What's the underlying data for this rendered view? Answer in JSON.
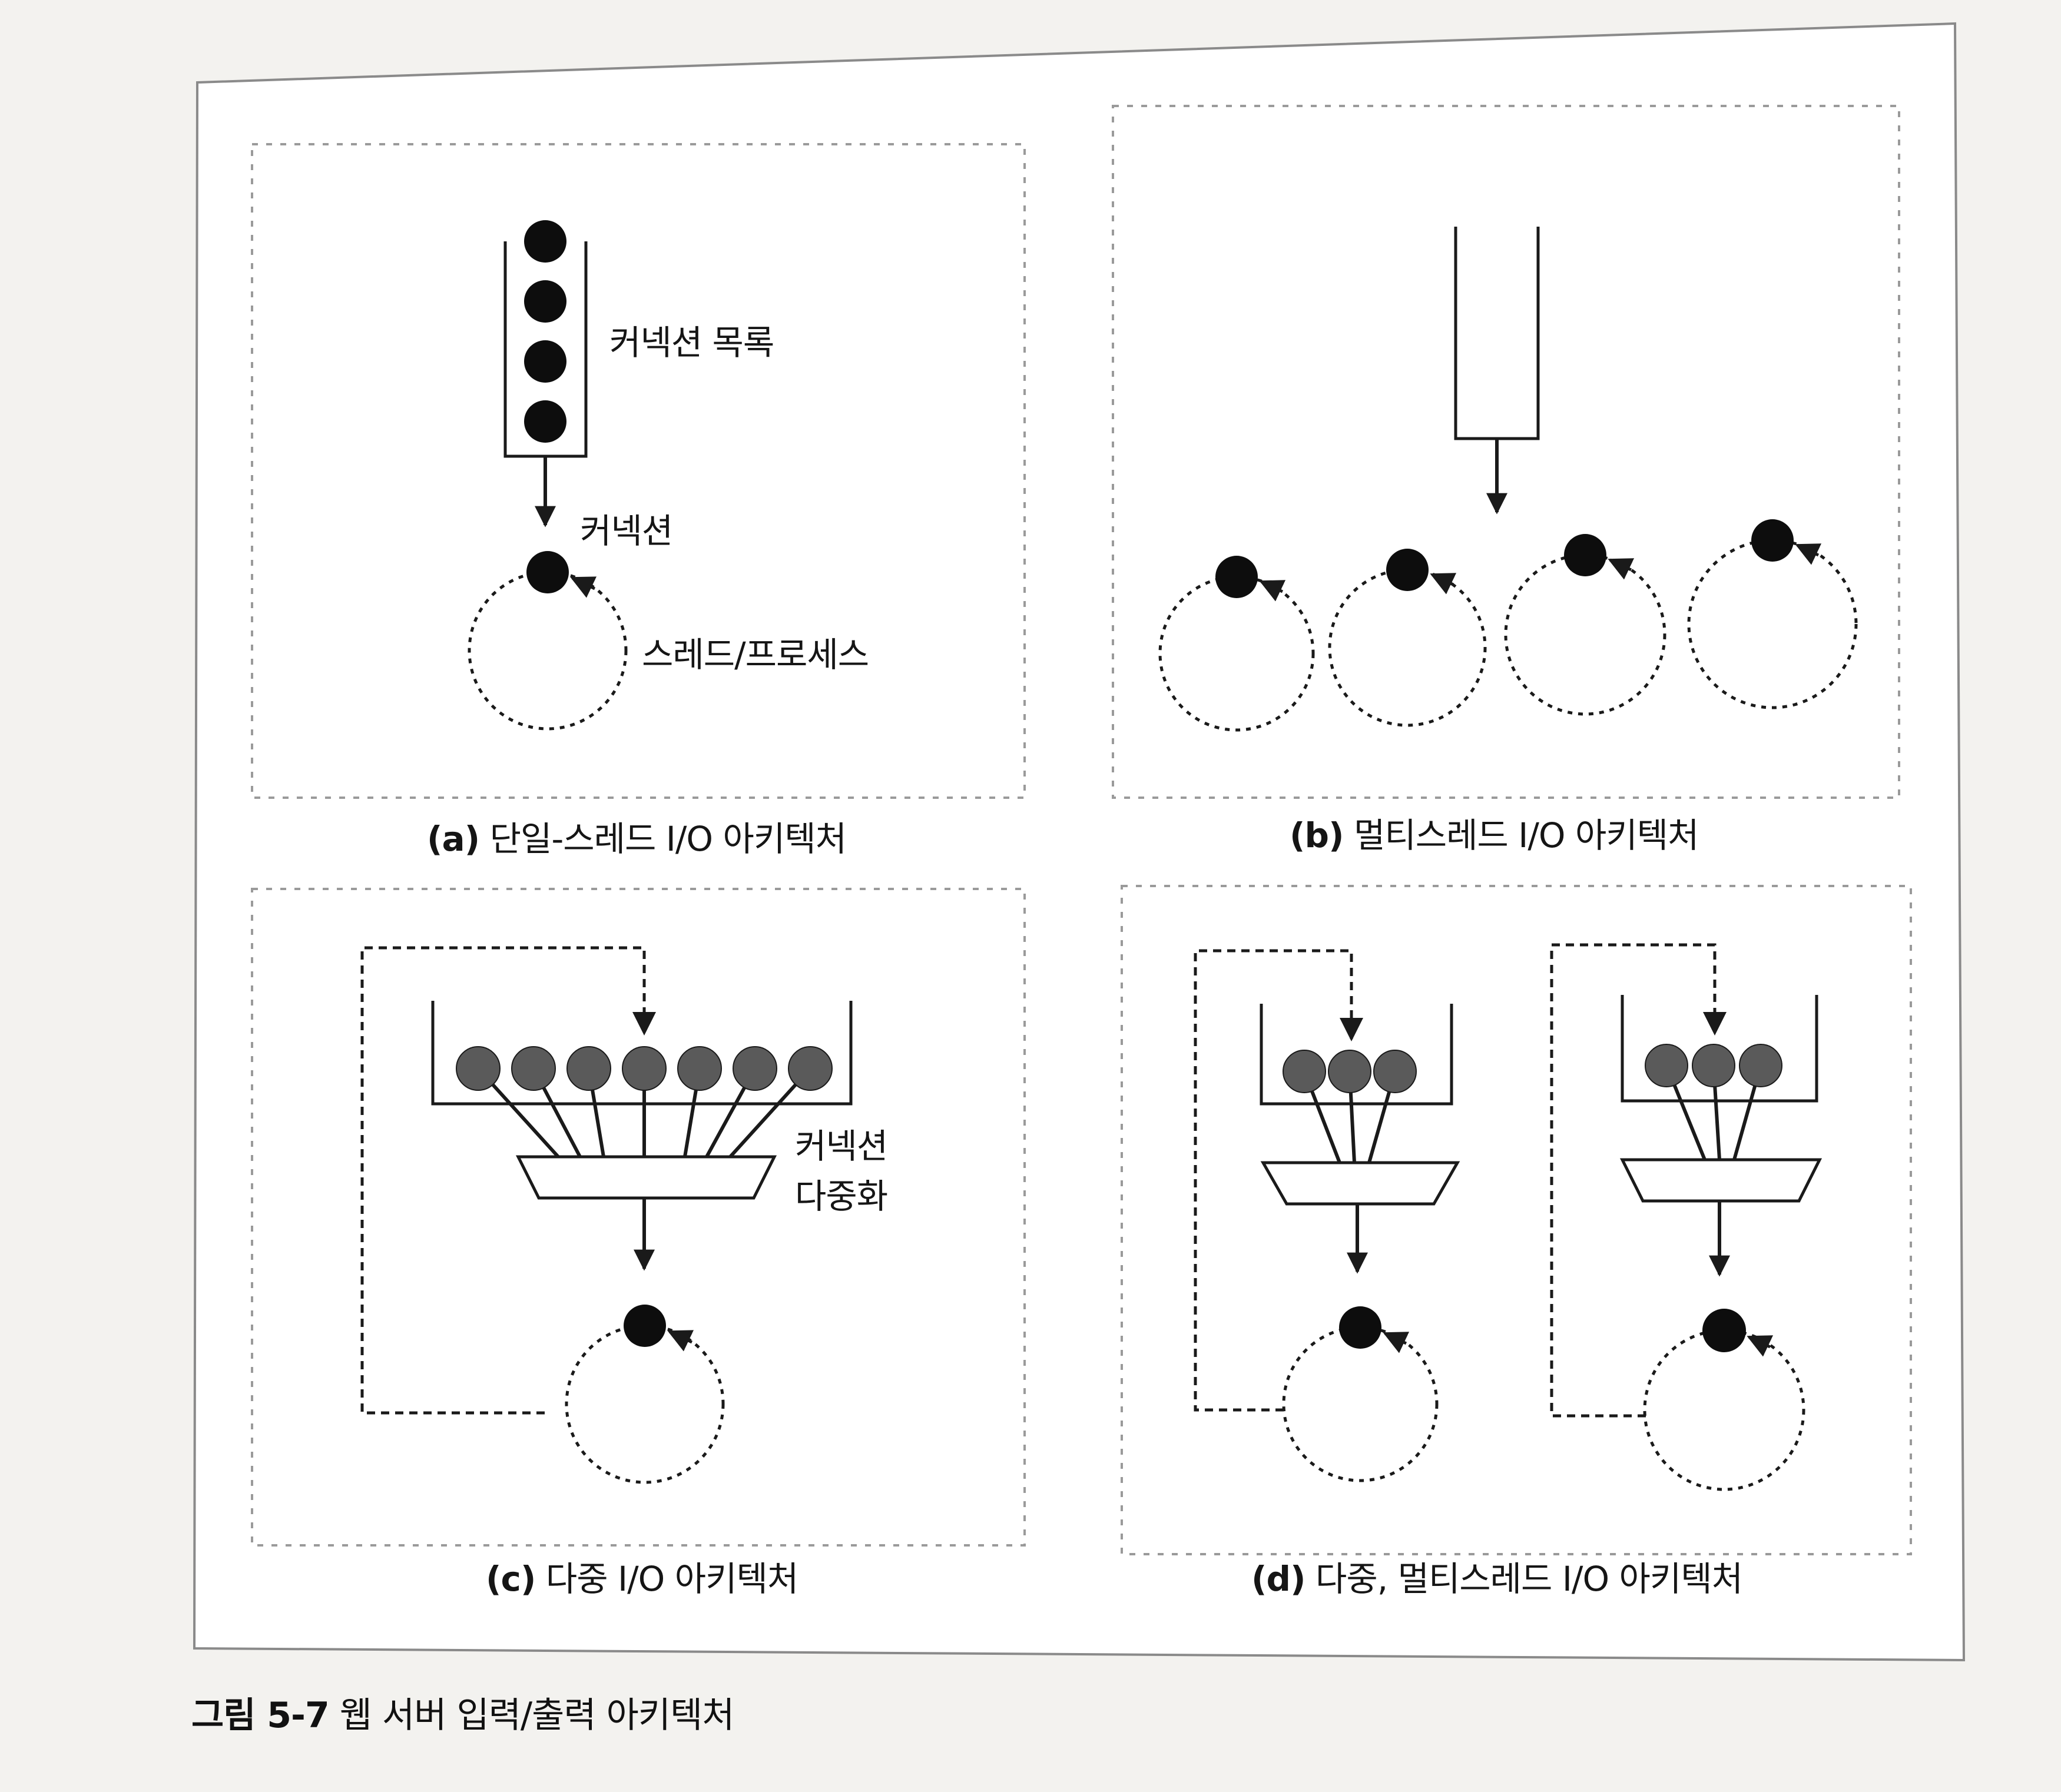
{
  "panels": {
    "a": {
      "letter": "(a)",
      "caption": "단일-스레드 I/O 아키텍처",
      "labels": {
        "connection_list": "커넥션 목록",
        "connection": "커넥션",
        "thread_process": "스레드/프로세스"
      }
    },
    "b": {
      "letter": "(b)",
      "caption": "멀티스레드 I/O 아키텍처"
    },
    "c": {
      "letter": "(c)",
      "caption": "다중 I/O 아키텍처",
      "labels": {
        "multiplex_line1": "커넥션",
        "multiplex_line2": "다중화"
      }
    },
    "d": {
      "letter": "(d)",
      "caption": "다중, 멀티스레드 I/O 아키텍처"
    }
  },
  "figure": {
    "number": "그림 5-7",
    "title": "웹 서버 입력/출력 아키텍처"
  },
  "colors": {
    "line": "#1a1a1a",
    "dot_dark": "#0d0d0d",
    "dot_gray": "#5a5a5a",
    "dashed_box": "#9a9a9a",
    "frame": "#8a8a8a",
    "panel_bg": "#ffffff"
  }
}
